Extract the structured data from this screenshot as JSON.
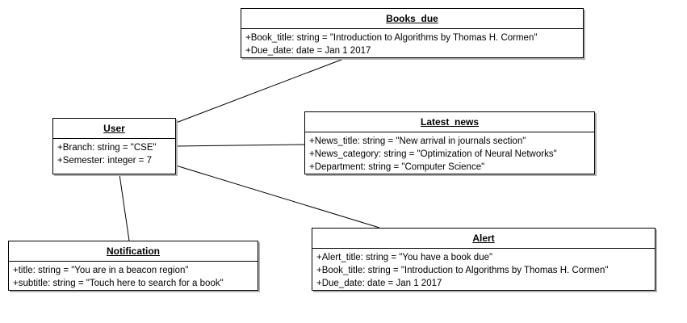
{
  "diagram": {
    "classes": [
      {
        "id": "books_due",
        "name": "Books_due",
        "attributes": [
          "+Book_title: string = \"Introduction to Algorithms by Thomas H. Cormen\"",
          "+Due_date: date = Jan 1 2017"
        ]
      },
      {
        "id": "user",
        "name": "User",
        "attributes": [
          "+Branch: string = \"CSE\"",
          "+Semester: integer = 7"
        ]
      },
      {
        "id": "latest_news",
        "name": "Latest_news",
        "attributes": [
          "+News_title: string = \"New arrival in journals section\"",
          "+News_category: string = \"Optimization of Neural Networks\"",
          "+Department: string = \"Computer Science\""
        ]
      },
      {
        "id": "notification",
        "name": "Notification",
        "attributes": [
          "+title: string = \"You are in a beacon region\"",
          "+subtitle: string = \"Touch here to search for a book\""
        ]
      },
      {
        "id": "alert",
        "name": "Alert",
        "attributes": [
          "+Alert_title: string = \"You have a book due\"",
          "+Book_title: string = \"Introduction to Algorithms by Thomas H. Cormen\"",
          "+Due_date: date = Jan 1 2017"
        ]
      }
    ],
    "associations": [
      {
        "from": "user",
        "to": "books_due"
      },
      {
        "from": "user",
        "to": "latest_news"
      },
      {
        "from": "user",
        "to": "alert"
      },
      {
        "from": "user",
        "to": "notification"
      }
    ]
  }
}
